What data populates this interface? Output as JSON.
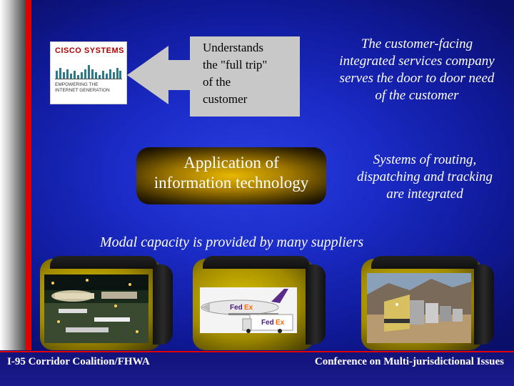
{
  "logo": {
    "brand": "Cisco Systems",
    "tagline_line1": "Empowering the",
    "tagline_line2": "Internet Generation"
  },
  "callout": {
    "line1": "Understands",
    "line2": "the \"full trip\"",
    "line3": "of the",
    "line4": "customer"
  },
  "top_right": {
    "line1": "The customer-facing",
    "line2": "integrated services company",
    "line3": "serves the door to door need",
    "line4": "of the customer"
  },
  "center_box": {
    "line1": "Application of",
    "line2": "information technology"
  },
  "middle_right": {
    "line1": "Systems of routing,",
    "line2": "dispatching and tracking",
    "line3": "are integrated"
  },
  "modal_text": "Modal capacity is provided by many suppliers",
  "photos": [
    {
      "icon": "airport-photo"
    },
    {
      "icon": "fedex-plane-truck-photo",
      "brand": "FedEx"
    },
    {
      "icon": "freight-train-photo"
    }
  ],
  "footer": {
    "left": "I-95 Corridor Coalition/FHWA",
    "right": "Conference on Multi-jurisdictional Issues"
  },
  "colors": {
    "background": "#1b2cc8",
    "accent_red": "#e00000",
    "gold": "#d9c200"
  }
}
